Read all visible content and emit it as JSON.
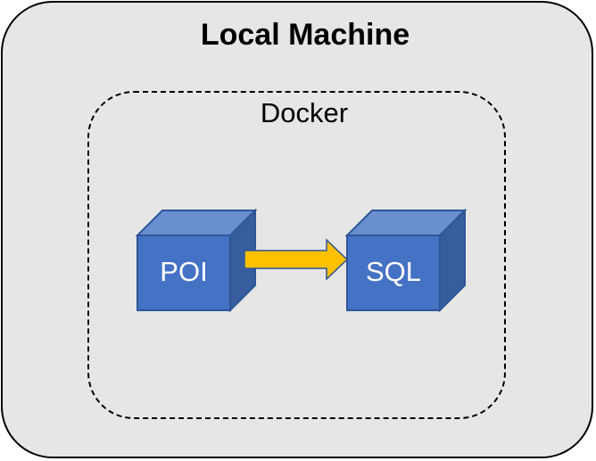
{
  "diagram": {
    "outer_title": "Local Machine",
    "inner_title": "Docker",
    "nodes": [
      {
        "label": "POI",
        "shape": "cube-icon",
        "color": "#4472c4"
      },
      {
        "label": "SQL",
        "shape": "cube-icon",
        "color": "#4472c4"
      }
    ],
    "edge": {
      "from": "POI",
      "to": "SQL",
      "color": "#ffc000"
    }
  },
  "colors": {
    "background": "#e6e6e6",
    "cube_front": "#4472c4",
    "cube_top": "#6a8fd1",
    "cube_side": "#365e9f",
    "arrow_fill": "#ffc000",
    "arrow_stroke": "#2f5597"
  }
}
